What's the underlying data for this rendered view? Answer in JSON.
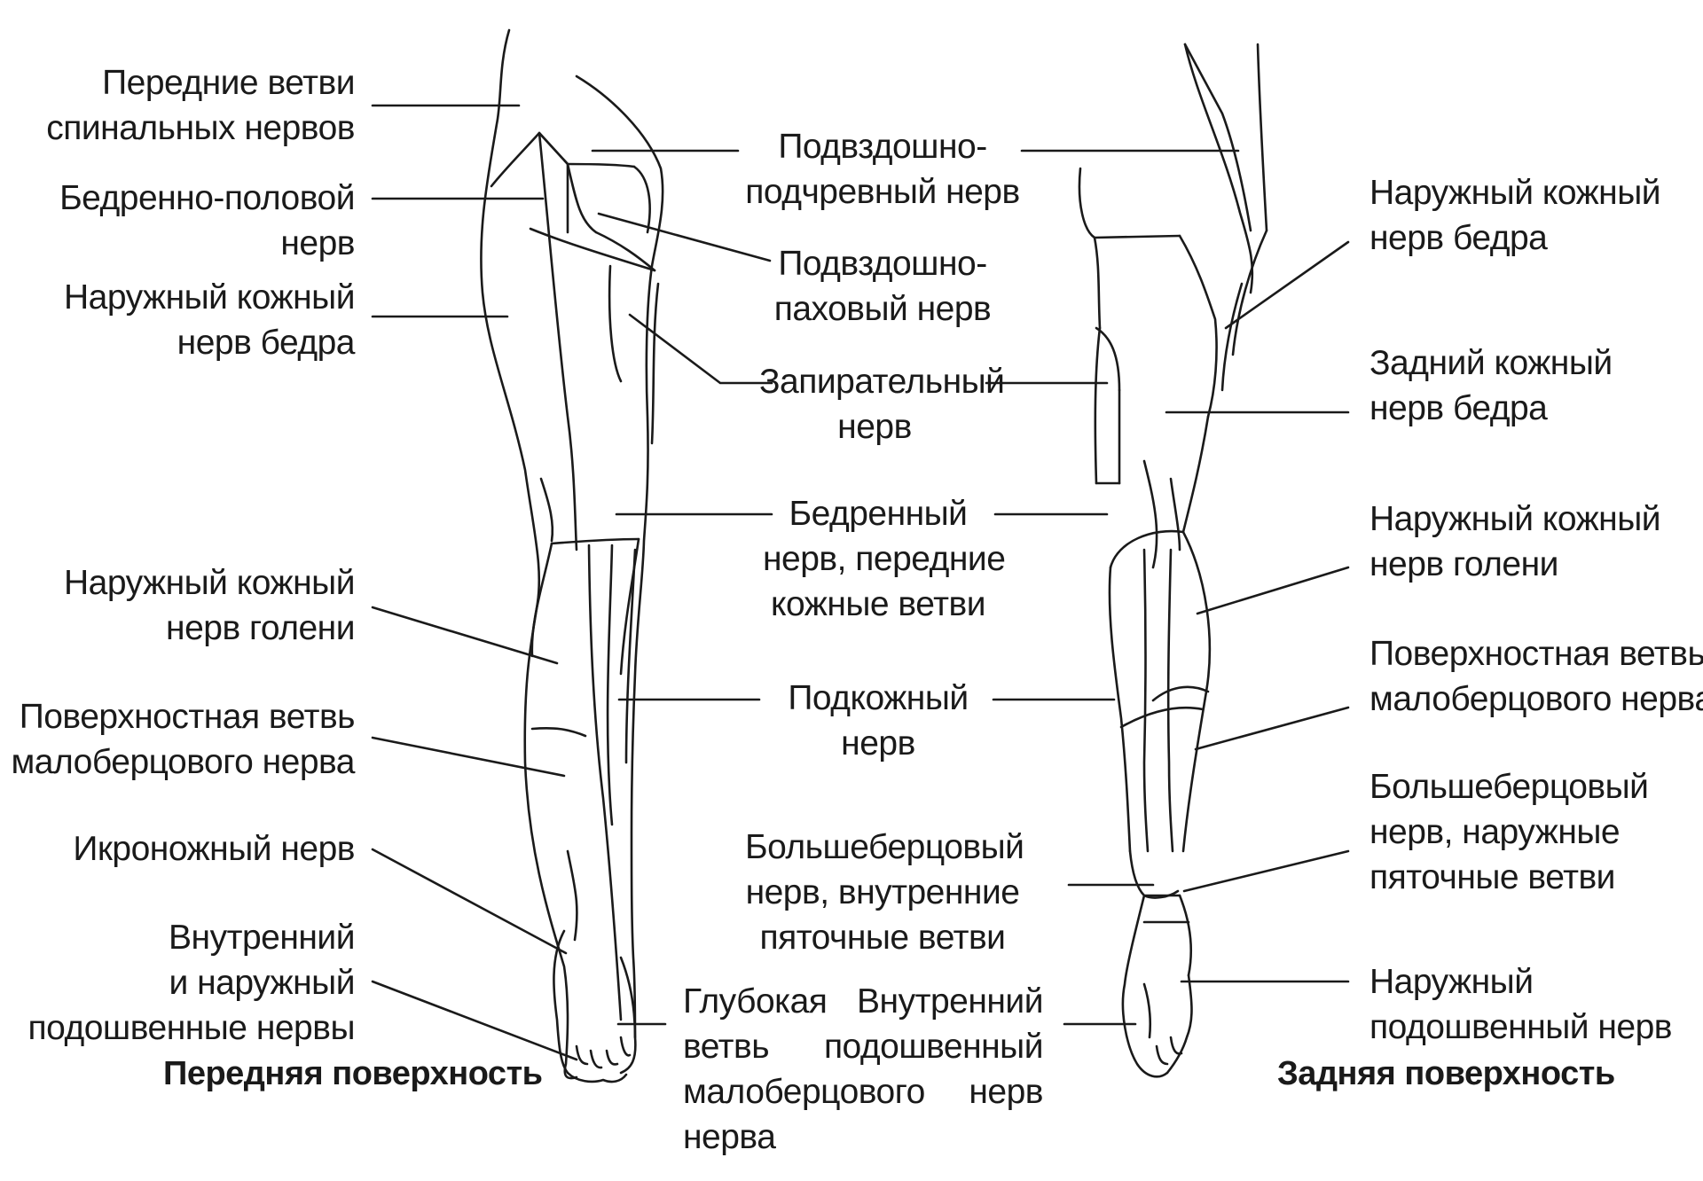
{
  "left_labels": {
    "spinal_ant": [
      "Передние ветви",
      "спинальных нервов"
    ],
    "genitofemoral": [
      "Бедренно-половой",
      "нерв"
    ],
    "lat_cut_thigh": [
      "Наружный кожный",
      "нерв бедра"
    ],
    "lat_cut_leg": [
      "Наружный кожный",
      "нерв голени"
    ],
    "superf_peroneal": [
      "Поверхностная ветвь",
      "малоберцового нерва"
    ],
    "sural": [
      "Икроножный нерв"
    ],
    "plantar_med_lat": [
      "Внутренний",
      "и наружный",
      "подошвенные нервы"
    ]
  },
  "center_labels": {
    "iliohypogastric": [
      "Подвздошно-",
      "подчревный нерв"
    ],
    "ilioinguinal": [
      "Подвздошно-",
      "паховый нерв"
    ],
    "obturator": [
      "Запирательный",
      "нерв"
    ],
    "femoral": [
      "Бедренный",
      "нерв, передние",
      "кожные ветви"
    ],
    "saphenous": [
      "Подкожный",
      "нерв"
    ],
    "tibial_med": [
      "Большеберцовый",
      "нерв, внутренние",
      "пяточные ветви"
    ],
    "deep_peroneal": [
      "Глубокая",
      "ветвь",
      "малоберцового",
      "нерва"
    ],
    "med_plantar": [
      "Внутренний",
      "подошвенный",
      "нерв"
    ]
  },
  "right_labels": {
    "lat_cut_thigh": [
      "Наружный кожный",
      "нерв бедра"
    ],
    "post_cut_thigh": [
      "Задний кожный",
      "нерв бедра"
    ],
    "lat_cut_leg": [
      "Наружный кожный",
      "нерв голени"
    ],
    "superf_peroneal": [
      "Поверхностная ветвь",
      "малоберцового нерва"
    ],
    "tibial_lat": [
      "Большеберцовый",
      "нерв, наружные",
      "пяточные ветви"
    ],
    "lat_plantar": [
      "Наружный",
      "подошвенный нерв"
    ]
  },
  "captions": {
    "anterior": "Передняя поверхность",
    "posterior": "Задняя поверхность"
  },
  "colors": {
    "ink": "#1a1a1a",
    "background": "#ffffff"
  }
}
